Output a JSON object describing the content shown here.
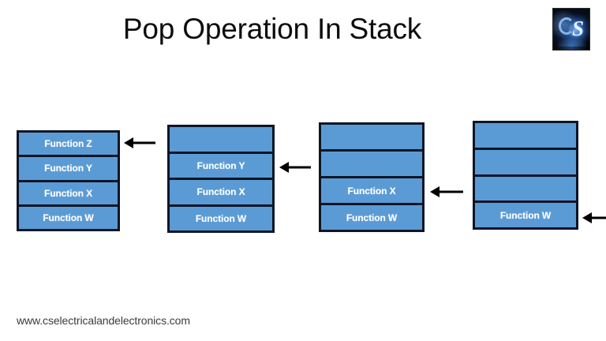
{
  "slide": {
    "title": "Pop Operation In Stack",
    "footer_url": "www.cselectricalandelectronics.com",
    "background_color": "#ffffff"
  },
  "logo": {
    "name": "cs-electrical-and-electronics-logo",
    "letter_c": "C",
    "letter_s": "S"
  },
  "colors": {
    "cell_fill": "#5b9bd5",
    "cell_border": "#0d1526",
    "cell_text": "#ffffff",
    "arrow": "#000000",
    "title_text": "#0d0d0d",
    "footer_text": "#3b3b3b"
  },
  "stacks": [
    {
      "id": "stack-1",
      "step": 1,
      "pointer_label": "Function Z",
      "pointer_index": 0,
      "cells": [
        {
          "label": "Function Z",
          "filled": true
        },
        {
          "label": "Function Y",
          "filled": true
        },
        {
          "label": "Function X",
          "filled": true
        },
        {
          "label": "Function W",
          "filled": true
        }
      ]
    },
    {
      "id": "stack-2",
      "step": 2,
      "pointer_label": "Function Y",
      "pointer_index": 1,
      "cells": [
        {
          "label": "",
          "filled": false
        },
        {
          "label": "Function Y",
          "filled": true
        },
        {
          "label": "Function X",
          "filled": true
        },
        {
          "label": "Function W",
          "filled": true
        }
      ]
    },
    {
      "id": "stack-3",
      "step": 3,
      "pointer_label": "Function X",
      "pointer_index": 2,
      "cells": [
        {
          "label": "",
          "filled": false
        },
        {
          "label": "",
          "filled": false
        },
        {
          "label": "Function X",
          "filled": true
        },
        {
          "label": "Function W",
          "filled": true
        }
      ]
    },
    {
      "id": "stack-4",
      "step": 4,
      "pointer_label": "Function W",
      "pointer_index": 3,
      "cells": [
        {
          "label": "",
          "filled": false
        },
        {
          "label": "",
          "filled": false
        },
        {
          "label": "",
          "filled": false
        },
        {
          "label": "Function W",
          "filled": true
        }
      ]
    }
  ],
  "arrows": [
    {
      "id": "arrow-1",
      "points_to": "Function Z",
      "direction": "left"
    },
    {
      "id": "arrow-2",
      "points_to": "Function Y",
      "direction": "left"
    },
    {
      "id": "arrow-3",
      "points_to": "Function X",
      "direction": "left"
    },
    {
      "id": "arrow-4",
      "points_to": "Function W",
      "direction": "left"
    }
  ]
}
